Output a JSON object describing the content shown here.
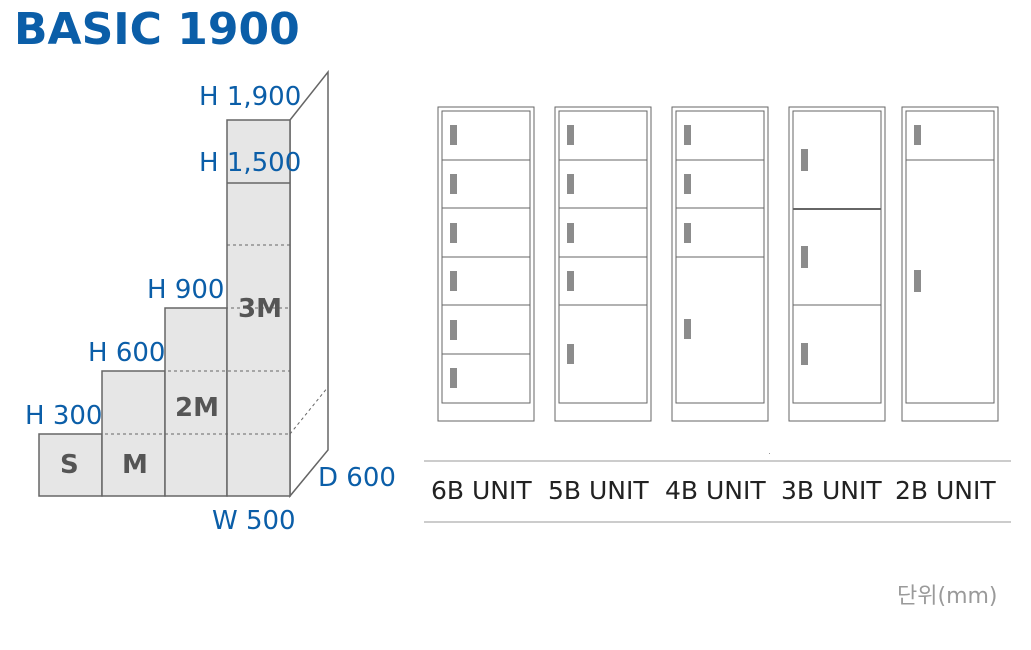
{
  "title": "BASIC 1900",
  "heights": {
    "h1900": "H 1,900",
    "h1500": "H 1,500",
    "h900": "H 900",
    "h600": "H 600",
    "h300": "H 300"
  },
  "dimensions": {
    "width": "W 500",
    "depth": "D 600"
  },
  "sizes": {
    "s": "S",
    "m": "M",
    "m2": "2M",
    "m3": "3M"
  },
  "units": [
    {
      "label": "6B UNIT",
      "compartments": 6
    },
    {
      "label": "5B UNIT",
      "compartments": 5
    },
    {
      "label": "4B UNIT",
      "compartments": 4
    },
    {
      "label": "3B UNIT",
      "compartments": 3
    },
    {
      "label": "2B UNIT",
      "compartments": 2
    }
  ],
  "unit_note": "단위(mm)",
  "colors": {
    "accent": "#0b5ea8",
    "fill": "#e6e6e6",
    "stroke": "#666666"
  }
}
